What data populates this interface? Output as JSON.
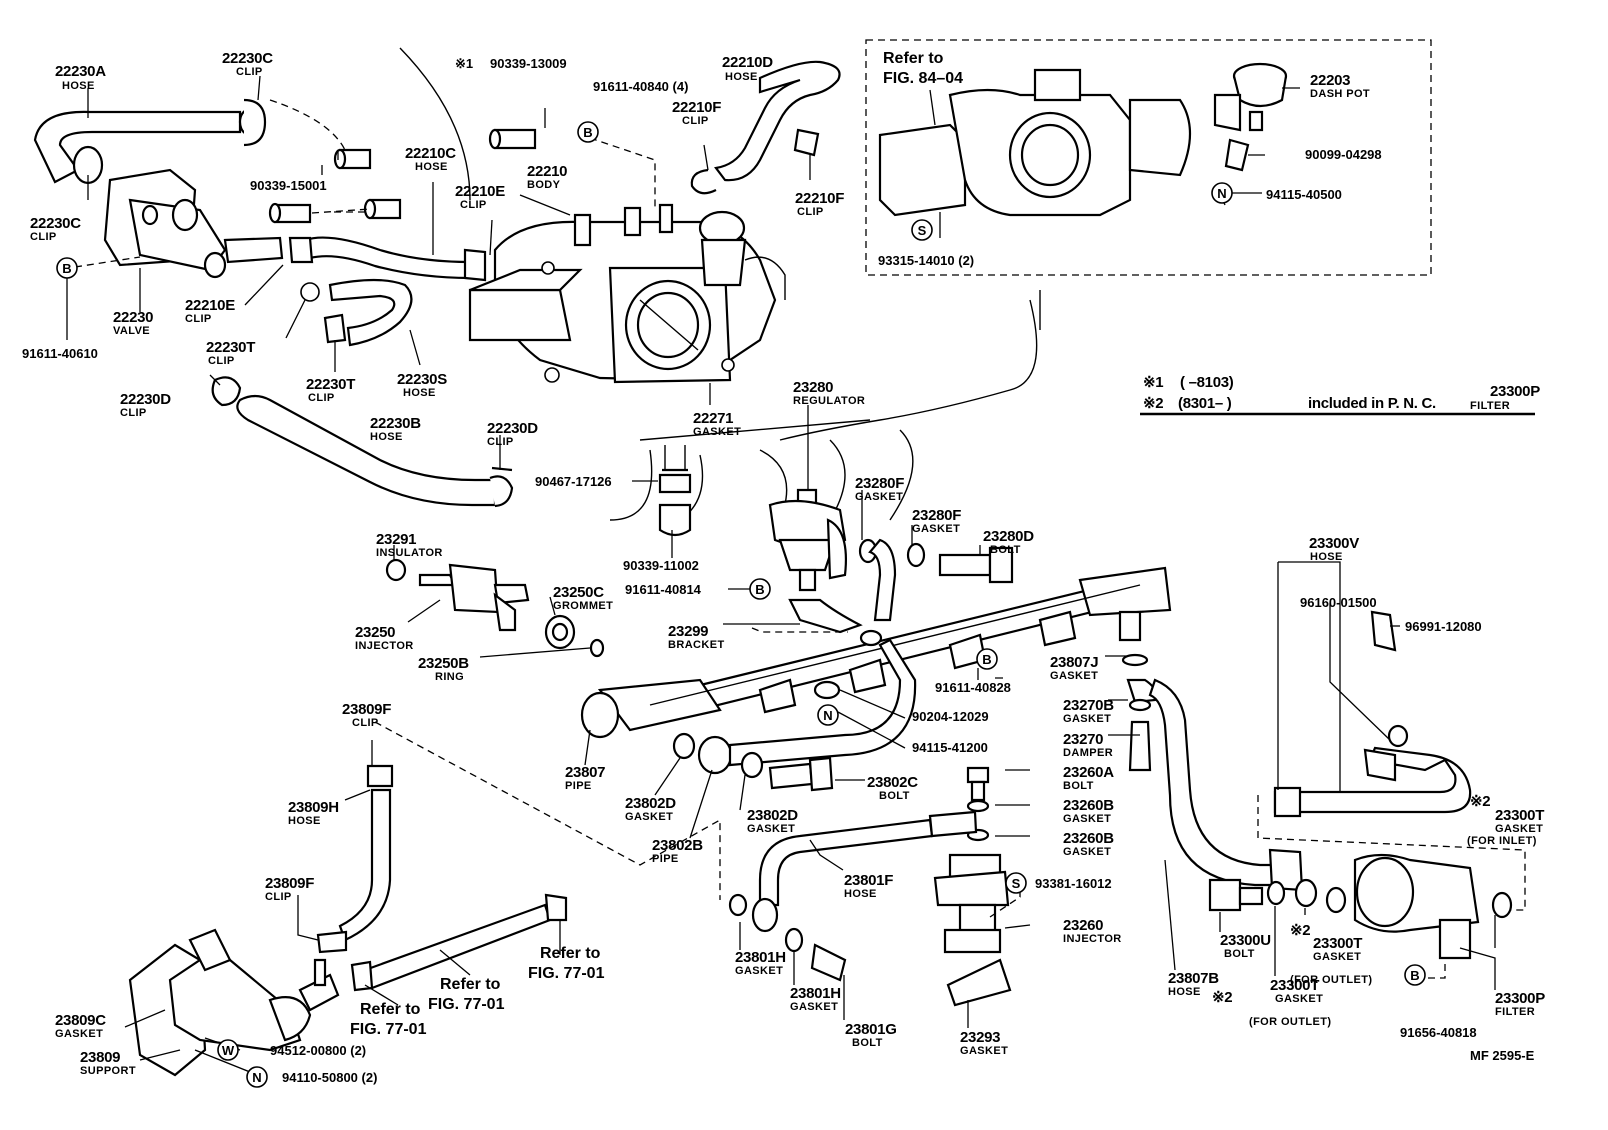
{
  "parts": [
    {
      "num": "22230A",
      "name": "HOSE"
    },
    {
      "num": "22230C",
      "name": "CLIP"
    },
    {
      "num": "22230C",
      "name": "CLIP"
    },
    {
      "num": "22230",
      "name": "VALVE"
    },
    {
      "num": "22210E",
      "name": "CLIP"
    },
    {
      "num": "22210E",
      "name": "CLIP"
    },
    {
      "num": "22210C",
      "name": "HOSE"
    },
    {
      "num": "22210",
      "name": "BODY"
    },
    {
      "num": "22210D",
      "name": "HOSE"
    },
    {
      "num": "22210F",
      "name": "CLIP"
    },
    {
      "num": "22210F",
      "name": "CLIP"
    },
    {
      "num": "22230T",
      "name": "CLIP"
    },
    {
      "num": "22230T",
      "name": "CLIP"
    },
    {
      "num": "22230S",
      "name": "HOSE"
    },
    {
      "num": "22230D",
      "name": "CLIP"
    },
    {
      "num": "22230B",
      "name": "HOSE"
    },
    {
      "num": "22230D",
      "name": "CLIP"
    },
    {
      "num": "22271",
      "name": "GASKET"
    },
    {
      "num": "22203",
      "name": "DASH POT"
    },
    {
      "num": "23280",
      "name": "REGULATOR"
    },
    {
      "num": "23280F",
      "name": "GASKET"
    },
    {
      "num": "23280F",
      "name": "GASKET"
    },
    {
      "num": "23280D",
      "name": "BOLT"
    },
    {
      "num": "23291",
      "name": "INSULATOR"
    },
    {
      "num": "23250C",
      "name": "GROMMET"
    },
    {
      "num": "23250",
      "name": "INJECTOR"
    },
    {
      "num": "23250B",
      "name": "RING"
    },
    {
      "num": "23299",
      "name": "BRACKET"
    },
    {
      "num": "23300V",
      "name": "HOSE"
    },
    {
      "num": "23807J",
      "name": "GASKET"
    },
    {
      "num": "23270B",
      "name": "GASKET"
    },
    {
      "num": "23270",
      "name": "DAMPER"
    },
    {
      "num": "23809F",
      "name": "CLIP"
    },
    {
      "num": "23809H",
      "name": "HOSE"
    },
    {
      "num": "23809F",
      "name": "CLIP"
    },
    {
      "num": "23807",
      "name": "PIPE"
    },
    {
      "num": "23802D",
      "name": "GASKET"
    },
    {
      "num": "23802D",
      "name": "GASKET"
    },
    {
      "num": "23802C",
      "name": "BOLT"
    },
    {
      "num": "23802B",
      "name": "PIPE"
    },
    {
      "num": "23260A",
      "name": "BOLT"
    },
    {
      "num": "23260B",
      "name": "GASKET"
    },
    {
      "num": "23260B",
      "name": "GASKET"
    },
    {
      "num": "23801F",
      "name": "HOSE"
    },
    {
      "num": "23260",
      "name": "INJECTOR"
    },
    {
      "num": "23801H",
      "name": "GASKET"
    },
    {
      "num": "23801H",
      "name": "GASKET"
    },
    {
      "num": "23801G",
      "name": "BOLT"
    },
    {
      "num": "23293",
      "name": "GASKET"
    },
    {
      "num": "23807B",
      "name": "HOSE"
    },
    {
      "num": "23300U",
      "name": "BOLT"
    },
    {
      "num": "23300T",
      "name": "GASKET"
    },
    {
      "num": "23300T",
      "name": "GASKET"
    },
    {
      "num": "23300T",
      "name": "GASKET"
    },
    {
      "num": "23300P",
      "name": "FILTER"
    },
    {
      "num": "23809C",
      "name": "GASKET"
    },
    {
      "num": "23809",
      "name": "SUPPORT"
    }
  ],
  "codes": [
    "90339-13009",
    "91611-40840 (4)",
    "90339-15001",
    "91611-40610",
    "90099-04298",
    "94115-40500",
    "93315-14010 (2)",
    "90467-17126",
    "90339-11002",
    "91611-40814",
    "96160-01500",
    "96991-12080",
    "91611-40828",
    "90204-12029",
    "94115-41200",
    "93381-16012",
    "91656-40818",
    "94512-00800 (2)",
    "94110-50800 (2)"
  ],
  "annotations": {
    "ref_fig84": [
      "Refer to",
      "FIG. 84–04"
    ],
    "ref_fig77_a": [
      "Refer to",
      "FIG. 77-01"
    ],
    "ref_fig77_b": [
      "Refer to",
      "FIG. 77-01"
    ],
    "ref_fig77_c": [
      "Refer to",
      "FIG. 77-01"
    ],
    "mark1": "※1",
    "mark2": "※2",
    "note1_mark": "※1",
    "note1_range": "(        –8103)",
    "note2_mark": "※2",
    "note2_range": "(8301–         )",
    "note2_text": "included in P. N. C.",
    "note2_part": "23300P",
    "note2_name": "FILTER",
    "outlet_label": "(FOR OUTLET)",
    "inlet_label": "(FOR INLET)",
    "drawing_id": "MF  2595-E"
  },
  "symbols": {
    "b": "B",
    "n": "N",
    "s": "S",
    "w": "W"
  }
}
